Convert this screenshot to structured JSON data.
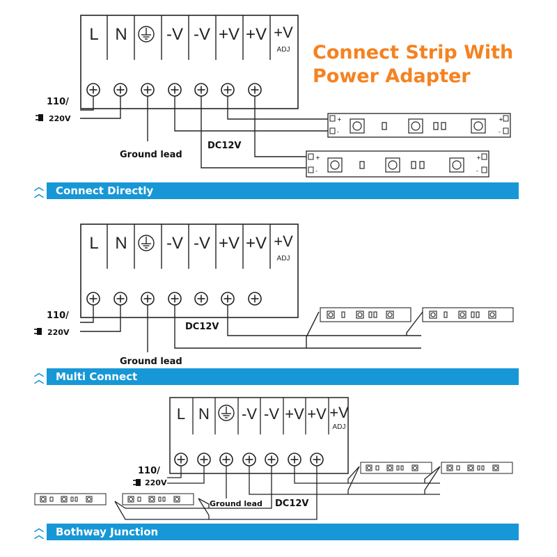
{
  "headline": {
    "line1": "Connect Strip With",
    "line2": "Power Adapter"
  },
  "terminals": {
    "l": "L",
    "n": "N",
    "neg1": "-V",
    "neg2": "-V",
    "pos1": "+V",
    "pos2": "+V",
    "adj_top": "+V",
    "adj_bottom": "ADJ"
  },
  "input": {
    "v1": "110/",
    "v2": "220V"
  },
  "labels": {
    "ground": "Ground lead",
    "dc": "DC12V"
  },
  "strip_marks": {
    "plus": "+",
    "minus": "-"
  },
  "sections": [
    {
      "title": "Connect Directly"
    },
    {
      "title": "Multi Connect"
    },
    {
      "title": "Bothway Junction"
    }
  ],
  "colors": {
    "banner": "#1797d6",
    "headline": "#f58220",
    "line": "#222222"
  },
  "icons": {
    "ground": "earth-ground-symbol",
    "screw": "screw-terminal",
    "plug": "power-plug",
    "chevron": "double-chevron-up"
  }
}
